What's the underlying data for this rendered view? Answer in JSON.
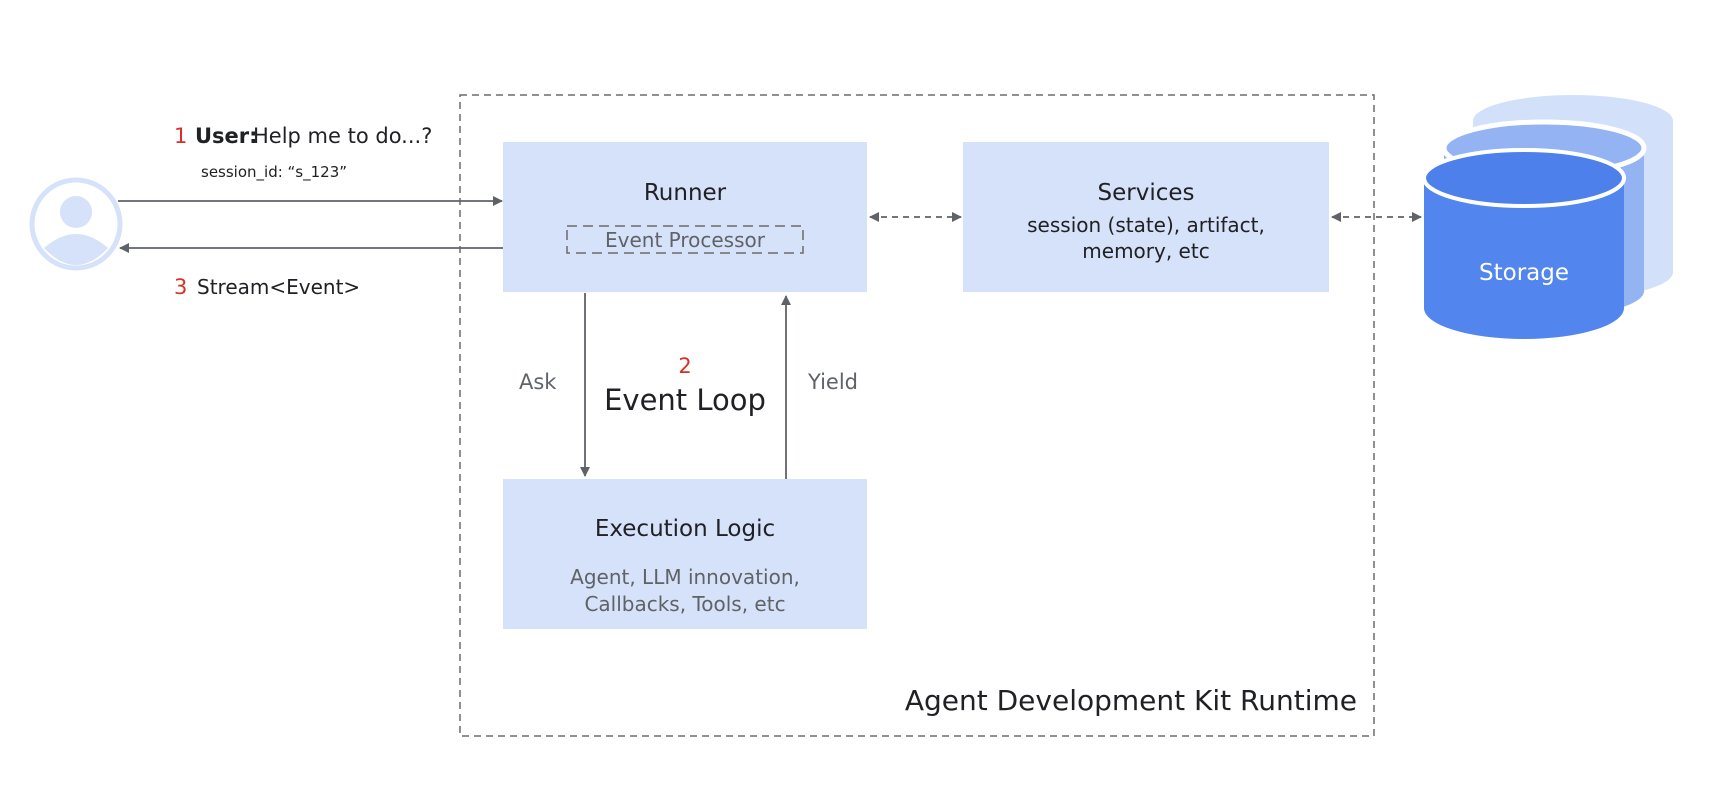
{
  "colors": {
    "box_fill": "#d6e2f9",
    "storage_front": "#5285ed",
    "storage_front_top": "#4d80ea",
    "storage_middle": "#93b3f3",
    "storage_back": "#d3e0fa",
    "user_icon": "#d6e2f9",
    "step_number": "#d93025",
    "arrow": "#5f6368",
    "text_dark": "#202124",
    "text_gray": "#5f6368"
  },
  "user": {
    "icon": "user-avatar-icon",
    "step1_number": "1",
    "step1_label": "User:",
    "step1_text": "Help me to do...?",
    "session_text": "session_id: “s_123”",
    "step3_number": "3",
    "step3_text": "Stream<Event>"
  },
  "runtime": {
    "label": "Agent Development Kit Runtime"
  },
  "runner": {
    "title": "Runner",
    "event_processor": "Event Processor"
  },
  "services": {
    "title": "Services",
    "line1": "session (state), artifact,",
    "line2": "memory, etc"
  },
  "event_loop": {
    "step_number": "2",
    "title": "Event Loop",
    "ask_label": "Ask",
    "yield_label": "Yield"
  },
  "execution": {
    "title": "Execution Logic",
    "line1": "Agent, LLM innovation,",
    "line2": "Callbacks, Tools, etc"
  },
  "storage": {
    "label": "Storage",
    "icon": "database-cylinder-icon"
  }
}
